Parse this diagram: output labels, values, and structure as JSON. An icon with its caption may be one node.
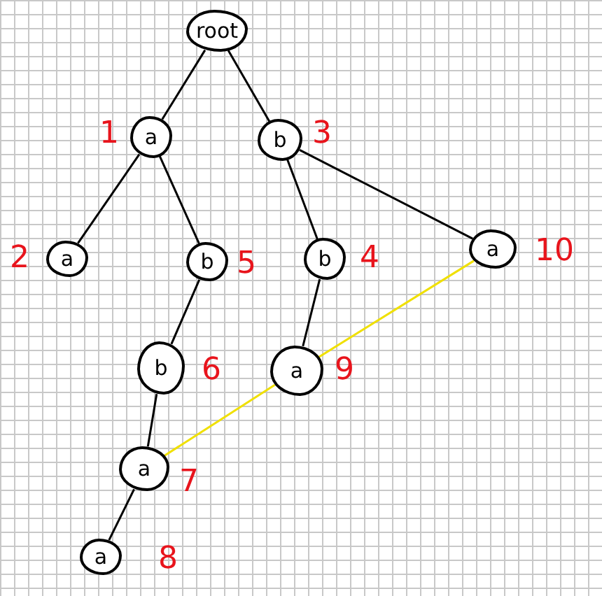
{
  "diagram": {
    "nodes": [
      {
        "text": [
          "root"
        ]
      },
      {
        "text": [
          "a"
        ],
        "beside": [
          "1"
        ]
      },
      {
        "text": [
          "b"
        ],
        "beside": [
          "3"
        ]
      },
      {
        "text": [
          "a"
        ],
        "beside": [
          "2"
        ]
      },
      {
        "text": [
          "b"
        ],
        "beside": [
          "5"
        ]
      },
      {
        "text": [
          "b"
        ],
        "beside": [
          "4"
        ]
      },
      {
        "text": [
          "a"
        ],
        "beside": [
          "10"
        ]
      },
      {
        "text": [
          "b"
        ],
        "beside": [
          "6"
        ]
      },
      {
        "text": [
          "a"
        ],
        "beside": [
          "9"
        ]
      },
      {
        "text": [
          "a"
        ],
        "beside": [
          "7"
        ]
      },
      {
        "text": [
          "a"
        ],
        "beside": [
          "8"
        ]
      }
    ],
    "edges": [
      {
        "from": 0,
        "to": 1,
        "arrow": "none"
      },
      {
        "from": 0,
        "to": 2,
        "arrow": "none"
      },
      {
        "from": 1,
        "to": 3,
        "arrow": "none"
      },
      {
        "from": 1,
        "to": 4,
        "arrow": "none"
      },
      {
        "from": 2,
        "to": 5,
        "arrow": "none"
      },
      {
        "from": 2,
        "to": 6,
        "arrow": "none"
      },
      {
        "from": 4,
        "to": 7,
        "arrow": "none"
      },
      {
        "from": 5,
        "to": 8,
        "arrow": "none"
      },
      {
        "from": 7,
        "to": 9,
        "arrow": "none"
      },
      {
        "from": 9,
        "to": 10,
        "arrow": "none"
      },
      {
        "from": 9,
        "to": 8,
        "arrow": "none",
        "color": "#f0e000"
      },
      {
        "from": 8,
        "to": 6,
        "arrow": "none",
        "color": "#f0e000"
      }
    ]
  }
}
